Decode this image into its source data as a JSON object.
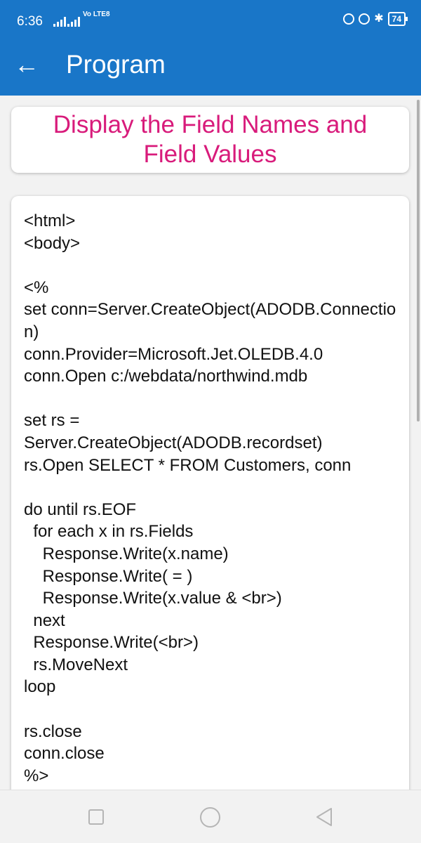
{
  "status_bar": {
    "time": "6:36",
    "network": "Vo LTE8",
    "battery": "74",
    "icons": [
      "signal-icon",
      "signal-icon",
      "data-saver-icon",
      "alarm-icon",
      "bluetooth-icon",
      "battery-icon"
    ]
  },
  "app_bar": {
    "back_icon": "back-arrow-icon",
    "title": "Program"
  },
  "card": {
    "title": "Display the Field Names and Field Values"
  },
  "code": {
    "text": "<html>\n<body>\n\n<%\nset conn=Server.CreateObject(ADODB.Connection)\nconn.Provider=Microsoft.Jet.OLEDB.4.0\nconn.Open c:/webdata/northwind.mdb\n\nset rs =\nServer.CreateObject(ADODB.recordset)\nrs.Open SELECT * FROM Customers, conn\n\ndo until rs.EOF\n  for each x in rs.Fields\n    Response.Write(x.name)\n    Response.Write( = )\n    Response.Write(x.value & <br>)\n  next\n  Response.Write(<br>)\n  rs.MoveNext\nloop\n\nrs.close\nconn.close\n%>"
  },
  "nav_bar": {
    "icons": [
      "recent-apps-icon",
      "home-icon",
      "back-icon"
    ]
  },
  "colors": {
    "primary": "#1976c8",
    "title_text": "#d81b7b",
    "background": "#f2f2f2"
  }
}
